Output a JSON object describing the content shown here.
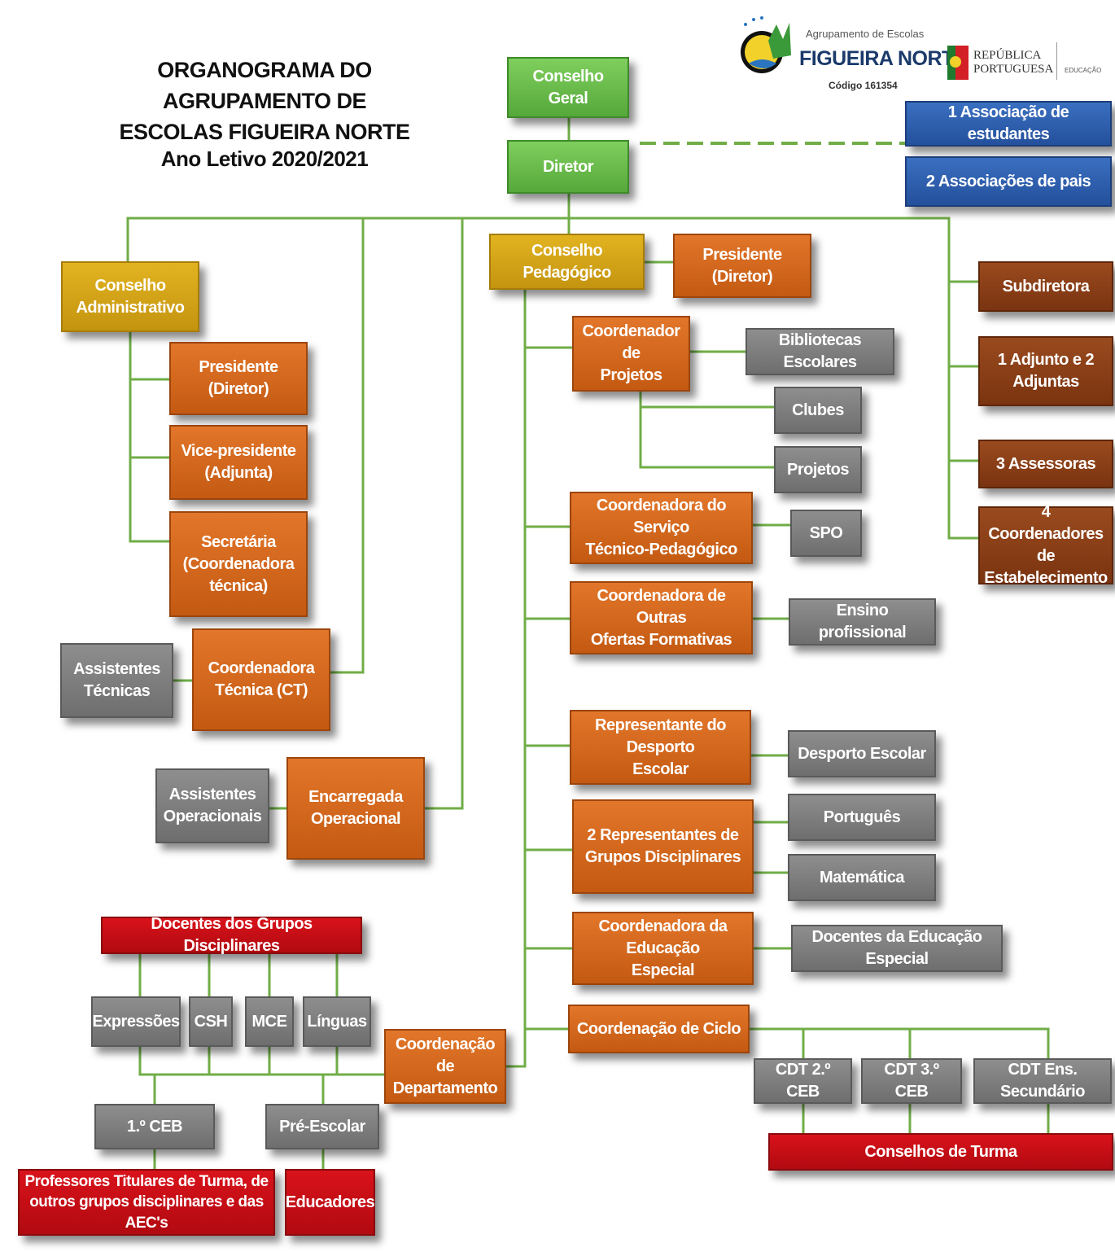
{
  "header": {
    "title": "ORGANOGRAMA DO AGRUPAMENTO DE\nESCOLAS FIGUEIRA NORTE",
    "school_year": "Ano Letivo 2020/2021"
  },
  "logo": {
    "group_label": "Agrupamento de Escolas",
    "school_name": "FIGUEIRA NORTE",
    "code": "Código 161354",
    "republic": "REPÚBLICA\nPORTUGUESA",
    "ministry": "EDUCAÇÃO"
  },
  "boxes": {
    "conselho_geral": "Conselho Geral",
    "diretor": "Diretor",
    "assoc_estudantes": "1 Associação de estudantes",
    "assoc_pais": "2 Associações de pais",
    "conselho_administrativo": "Conselho\nAdministrativo",
    "ca_presidente": "Presidente\n(Diretor)",
    "ca_vice": "Vice-presidente\n(Adjunta)",
    "ca_secretaria": "Secretária\n(Coordenadora\ntécnica)",
    "assistentes_tecnicas": "Assistentes\nTécnicas",
    "coordenadora_tecnica": "Coordenadora\nTécnica (CT)",
    "assistentes_operacionais": "Assistentes\nOperacionais",
    "encarregada_operacional": "Encarregada\nOperacional",
    "conselho_pedagogico": "Conselho Pedagógico",
    "cp_presidente": "Presidente\n(Diretor)",
    "coord_projetos": "Coordenador de\nProjetos",
    "bibliotecas": "Bibliotecas Escolares",
    "clubes": "Clubes",
    "projetos": "Projetos",
    "coord_stp": "Coordenadora do Serviço\nTécnico-Pedagógico",
    "spo": "SPO",
    "coord_oof": "Coordenadora de Outras\nOfertas Formativas",
    "ensino_profissional": "Ensino profissional",
    "rep_desporto": "Representante do Desporto\nEscolar",
    "desporto_escolar": "Desporto Escolar",
    "rep_grupos": "2 Representantes de\nGrupos Disciplinares",
    "portugues": "Português",
    "matematica": "Matemática",
    "coord_ee": "Coordenadora da Educação\nEspecial",
    "docentes_ee": "Docentes da Educação Especial",
    "coord_ciclo": "Coordenação de Ciclo",
    "cdt2": "CDT 2.º CEB",
    "cdt3": "CDT 3.º CEB",
    "cdt_sec": "CDT Ens. Secundário",
    "conselhos_turma": "Conselhos de Turma",
    "subdiretora": "Subdiretora",
    "adjuntos": "1 Adjunto e 2\nAdjuntas",
    "assessoras": "3 Assessoras",
    "coord_estab": "4 Coordenadores\nde Estabelecimento",
    "docentes_grupos": "Docentes dos Grupos Disciplinares",
    "expressoes": "Expressões",
    "csh": "CSH",
    "mce": "MCE",
    "linguas": "Línguas",
    "coord_departamento": "Coordenação de\nDepartamento",
    "ceb1": "1.º CEB",
    "pre_escolar": "Pré-Escolar",
    "prof_titulares": "Professores Titulares de Turma, de\noutros grupos disciplinares e das AEC's",
    "educadores": "Educadores"
  },
  "colors": {
    "connector": "#70ad47",
    "green": "#55a83a",
    "gold": "#c49410",
    "orange": "#c45a12",
    "brown": "#7a3410",
    "gray": "#6e6e6e",
    "red": "#b10a10",
    "blue": "#24509c"
  }
}
